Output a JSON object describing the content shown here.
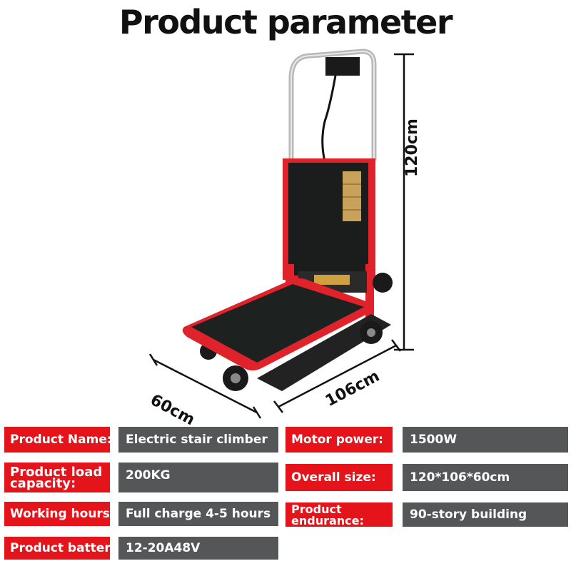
{
  "title": "Product parameter",
  "dimensions": {
    "height": "120cm",
    "width": "60cm",
    "length": "106cm"
  },
  "params": [
    {
      "label": "Product Name:",
      "value": "Electric stair climber"
    },
    {
      "label": "Motor power:",
      "value": "1500W"
    },
    {
      "label": "Product load capacity:",
      "value": "200KG"
    },
    {
      "label": "Overall size:",
      "value": "120*106*60cm"
    },
    {
      "label": "Working hours:",
      "value": "Full charge 4-5 hours"
    },
    {
      "label": "Product endurance:",
      "value": "90-story building"
    },
    {
      "label": "Product battery:",
      "value": "12-20A48V"
    }
  ],
  "colors": {
    "label_bg": "#e5141b",
    "value_bg": "#555657",
    "frame": "#e0232b"
  }
}
